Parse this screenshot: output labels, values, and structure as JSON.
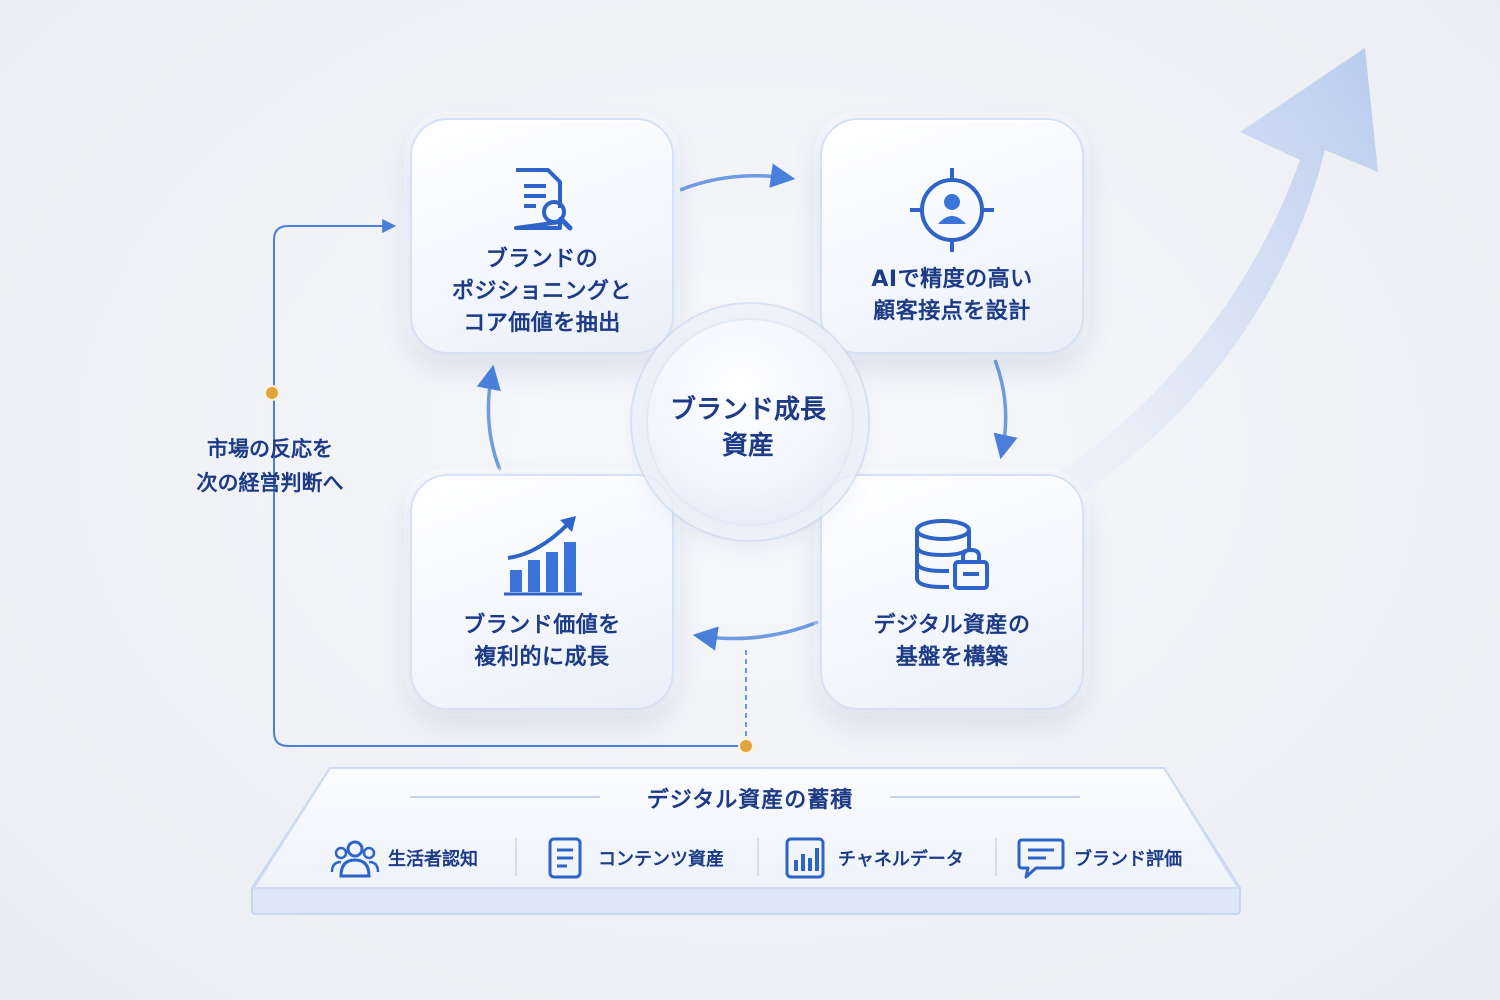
{
  "cycle": {
    "center_label": "ブランド成長\n資産",
    "steps": [
      {
        "label": "ブランドの\nポジショニングと\nコア価値を抽出",
        "icon": "document-search-icon"
      },
      {
        "label": "AIで精度の高い\n顧客接点を設計",
        "icon": "target-user-icon"
      },
      {
        "label": "デジタル資産の\n基盤を構築",
        "icon": "database-lock-icon"
      },
      {
        "label": "ブランド価値を\n複利的に成長",
        "icon": "growth-bar-chart-icon"
      }
    ]
  },
  "feedback": {
    "label": "市場の反応を\n次の経営判断へ"
  },
  "platform": {
    "title": "デジタル資産の蓄積",
    "items": [
      {
        "label": "生活者認知",
        "icon": "people-icon"
      },
      {
        "label": "コンテンツ資産",
        "icon": "document-icon"
      },
      {
        "label": "チャネルデータ",
        "icon": "bar-chart-icon"
      },
      {
        "label": "ブランド評価",
        "icon": "chat-bubble-icon"
      }
    ]
  },
  "colors": {
    "accent": "#3a74d8",
    "text": "#1d3b86",
    "node": "#e0a43c"
  }
}
